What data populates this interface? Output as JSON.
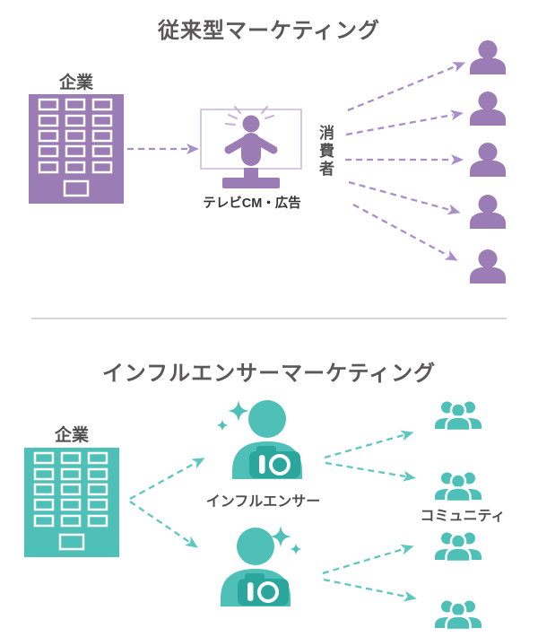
{
  "colors": {
    "purple": "#9C7CB4",
    "purple_light": "#C9B4DF",
    "purple_arrow": "#A98FC9",
    "teal": "#4EC0B8",
    "teal_dark": "#2AA69D",
    "teal_arrow": "#5EC7C0",
    "title_text": "#595757",
    "label_text": "#4F4F4F",
    "ad_label_text": "#333333",
    "divider": "#C9C9C9",
    "background": "#FFFFFF"
  },
  "sections": {
    "traditional": {
      "title": "従来型マーケティング",
      "company_label": "企業",
      "media_label": "テレビCM・広告",
      "audience_label": "消費者",
      "consumer_count": 5,
      "icons": {
        "company": "building-icon",
        "media": "tv-ad-icon",
        "audience": "person-icon",
        "flow": "dashed-arrow"
      }
    },
    "influencer": {
      "title": "インフルエンサーマーケティング",
      "company_label": "企業",
      "influencer_label": "インフルエンサー",
      "audience_label": "コミュニティ",
      "influencer_count": 2,
      "community_group_count": 4,
      "icons": {
        "company": "building-icon",
        "influencer": "influencer-camera-icon",
        "audience": "people-group-icon",
        "decor": "sparkle-icon",
        "flow": "dashed-arrow"
      }
    }
  }
}
